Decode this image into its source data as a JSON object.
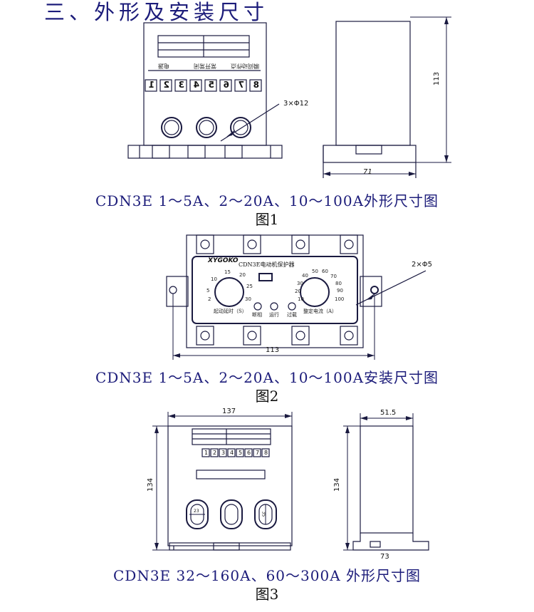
{
  "title": "三、外形及安装尺寸",
  "figure1": {
    "caption": "CDN3E 1～5A、2～20A、10～100A外形尺寸图",
    "label": "图1",
    "hole_callout": "3×Φ12",
    "side_width": "71",
    "side_height": "113",
    "terminals": [
      "1",
      "2",
      "3",
      "4",
      "5",
      "6",
      "7",
      "8"
    ],
    "terminal_labels": [
      "电源",
      "常开常闭",
      "瞬间动作点"
    ]
  },
  "figure2": {
    "caption": "CDN3E 1～5A、2～20A、10～100A安装尺寸图",
    "label": "图2",
    "hole_callout": "2×Φ5",
    "width": "113",
    "brand": "XYGOKO",
    "product_name": "CDN3E电动机保护器",
    "left_dial": {
      "label": "起动延时（S）",
      "ticks": [
        "2",
        "5",
        "10",
        "15",
        "20",
        "25",
        "30"
      ]
    },
    "right_dial": {
      "label": "整定电流（A）",
      "ticks": [
        "10",
        "20",
        "30",
        "40",
        "50",
        "60",
        "70",
        "80",
        "90",
        "100"
      ]
    },
    "indicators": [
      "断相",
      "运行",
      "过载"
    ]
  },
  "figure3": {
    "caption": "CDN3E 32～160A、60～300A 外形尺寸图",
    "label": "图3",
    "front_width": "137",
    "front_height": "134",
    "side_width_top": "51.5",
    "side_width_bottom": "73",
    "side_height": "134",
    "terminals": [
      "1",
      "2",
      "3",
      "4",
      "5",
      "6",
      "7",
      "8"
    ],
    "slot_left_label": "23",
    "slot_right_label": "35"
  }
}
